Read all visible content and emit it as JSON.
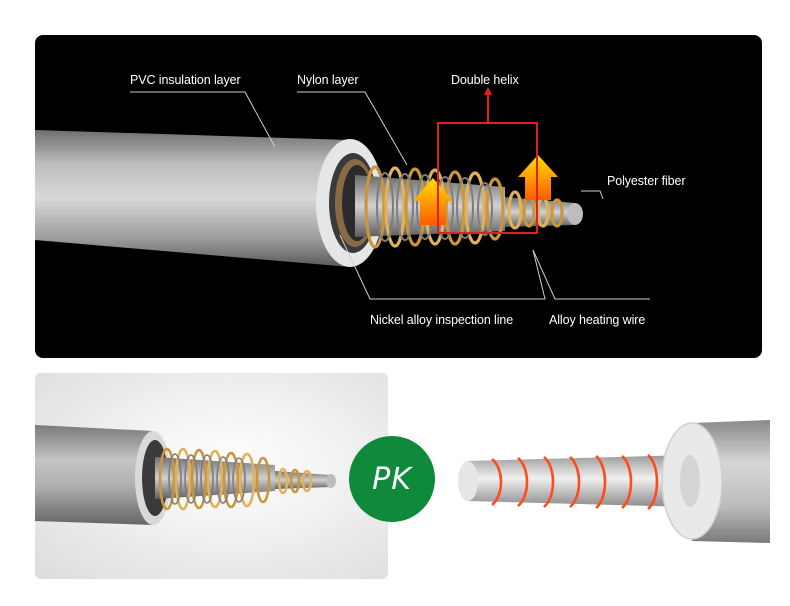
{
  "labels": {
    "pvc": "PVC insulation layer",
    "nylon": "Nylon layer",
    "double_helix": "Double helix",
    "polyester": "Polyester fiber",
    "nickel": "Nickel alloy inspection line",
    "alloy": "Alloy heating wire"
  },
  "badge": {
    "text": "PK",
    "color": "#0e8a3a"
  },
  "colors": {
    "panel_bg": "#000000",
    "leader_line": "#d0d0d0",
    "highlight": "#e02020",
    "coil": "#d9a441",
    "heat_wire": "#ff4a1c"
  }
}
